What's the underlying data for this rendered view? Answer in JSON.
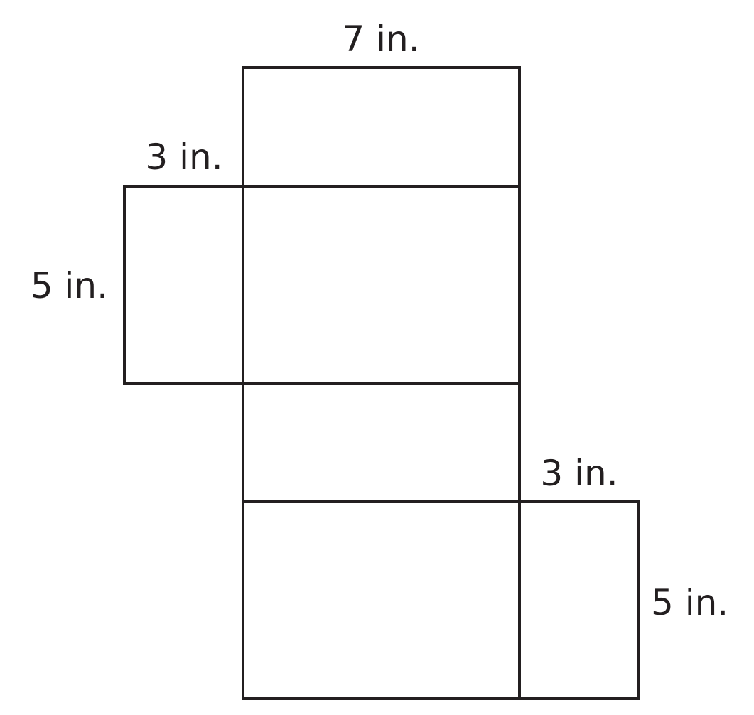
{
  "labels": {
    "top_width": "7 in.",
    "left_flap_width": "3 in.",
    "left_flap_height": "5 in.",
    "right_flap_width": "3 in.",
    "right_flap_height": "5 in."
  },
  "colors": {
    "stroke": "#231f20",
    "background": "#ffffff"
  }
}
